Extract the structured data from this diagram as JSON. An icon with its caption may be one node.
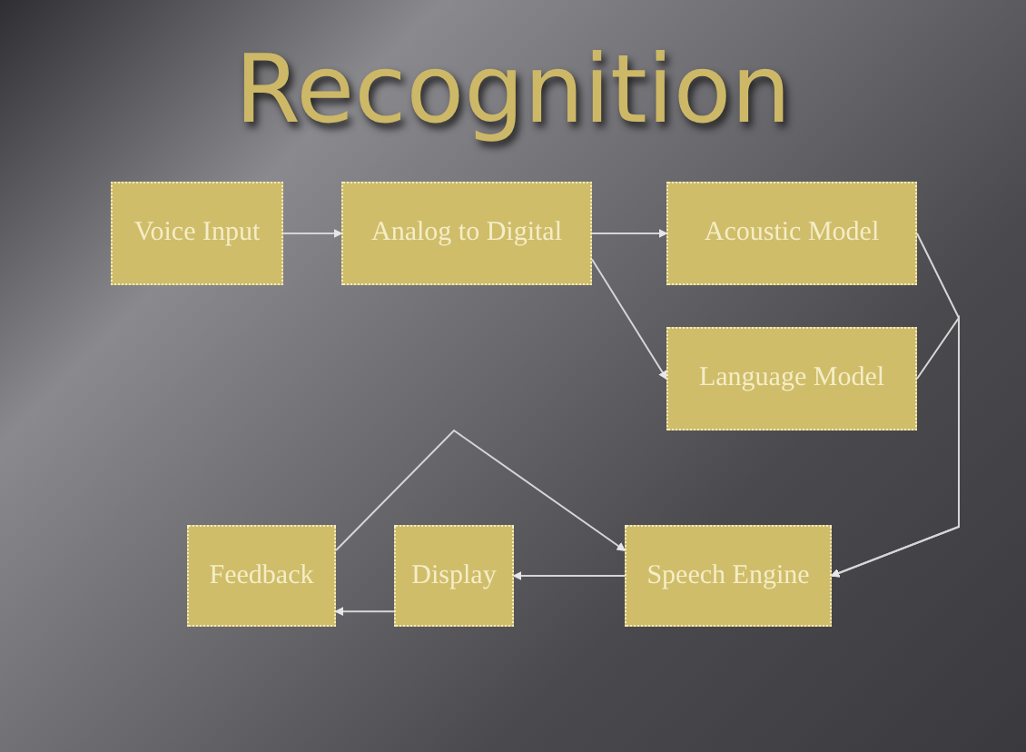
{
  "diagram": {
    "title": "Recognition",
    "nodes": [
      {
        "text": [
          "Voice Input"
        ]
      },
      {
        "text": [
          "Analog to Digital"
        ]
      },
      {
        "text": [
          "Acoustic Model"
        ]
      },
      {
        "text": [
          "Language Model"
        ]
      },
      {
        "text": [
          "Feedback"
        ]
      },
      {
        "text": [
          "Display"
        ]
      },
      {
        "text": [
          "Speech Engine"
        ]
      }
    ],
    "edges": [
      {
        "from": 0,
        "to": 1,
        "arrow": "to"
      },
      {
        "from": 1,
        "to": 2,
        "arrow": "to"
      },
      {
        "from": 1,
        "to": 3,
        "arrow": "to"
      },
      {
        "from": 2,
        "to": 6,
        "arrow": "to"
      },
      {
        "from": 3,
        "to": 6,
        "arrow": "to"
      },
      {
        "from": 6,
        "to": 5,
        "arrow": "to"
      },
      {
        "from": 5,
        "to": 4,
        "arrow": "to"
      },
      {
        "from": 4,
        "to": 6,
        "arrow": "to"
      }
    ]
  }
}
